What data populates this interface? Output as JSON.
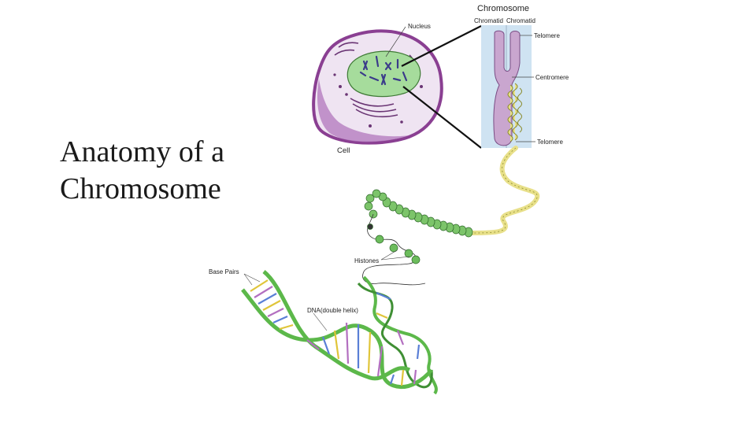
{
  "slide": {
    "title_line1": "Anatomy of a",
    "title_line2": "Chromosome"
  },
  "diagram": {
    "labels": {
      "chromosome": "Chromosome",
      "chromatid_left": "Chromatid",
      "chromatid_right": "Chromatid",
      "telomere_top": "Telomere",
      "centromere": "Centromere",
      "telomere_bottom": "Telomere",
      "nucleus": "Nucleus",
      "cell": "Cell",
      "histones": "Histones",
      "base_pairs": "Base Pairs",
      "dna": "DNA(double helix)"
    },
    "colors": {
      "cell_membrane": "#8a3f92",
      "cytoplasm": "#efe4f2",
      "nucleus": "#a6dc9c",
      "chromosome": "#c9a6cf",
      "chromatin": "#e8e08a",
      "histone": "#5aa85a",
      "dna_backbone": "#5cb84a"
    }
  }
}
